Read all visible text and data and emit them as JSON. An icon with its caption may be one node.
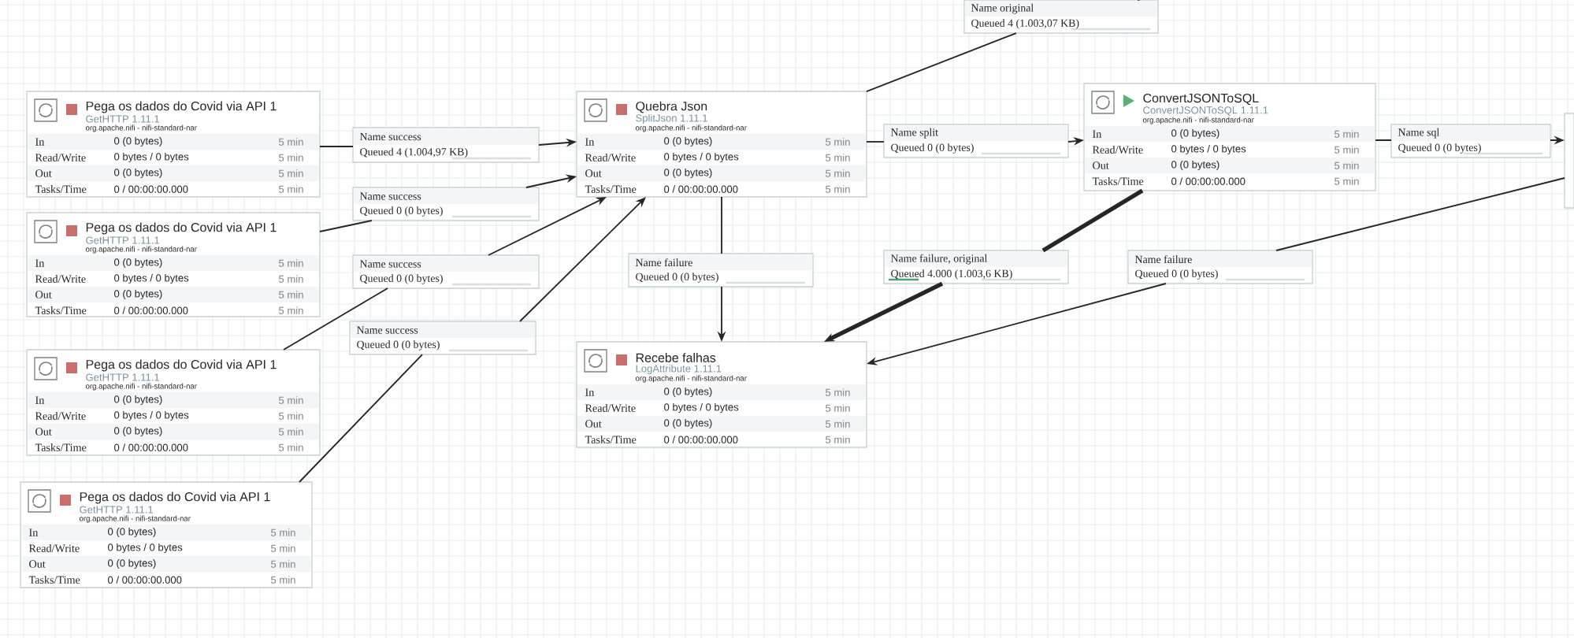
{
  "diagram": {
    "nodes": [
      {
        "text": [
          "Pega os dados do Covid via API 1",
          "GetHTTP 1.11.1",
          "org.apache.nifi - nifi-standard-nar",
          "In",
          "0 (0 bytes)",
          "5 min",
          "Read/Write",
          "0 bytes / 0 bytes",
          "5 min",
          "Out",
          "0 (0 bytes)",
          "5 min",
          "Tasks/Time",
          "0 / 00:00:00.000",
          "5 min"
        ]
      },
      {
        "text": [
          "Pega os dados do Covid via API 1",
          "GetHTTP 1.11.1",
          "org.apache.nifi - nifi-standard-nar",
          "In",
          "0 (0 bytes)",
          "5 min",
          "Read/Write",
          "0 bytes / 0 bytes",
          "5 min",
          "Out",
          "0 (0 bytes)",
          "5 min",
          "Tasks/Time",
          "0 / 00:00:00.000",
          "5 min"
        ]
      },
      {
        "text": [
          "Pega os dados do Covid via API 1",
          "GetHTTP 1.11.1",
          "org.apache.nifi - nifi-standard-nar",
          "In",
          "0 (0 bytes)",
          "5 min",
          "Read/Write",
          "0 bytes / 0 bytes",
          "5 min",
          "Out",
          "0 (0 bytes)",
          "5 min",
          "Tasks/Time",
          "0 / 00:00:00.000",
          "5 min"
        ]
      },
      {
        "text": [
          "Pega os dados do Covid via API 1",
          "GetHTTP 1.11.1",
          "org.apache.nifi - nifi-standard-nar",
          "In",
          "0 (0 bytes)",
          "5 min",
          "Read/Write",
          "0 bytes / 0 bytes",
          "5 min",
          "Out",
          "0 (0 bytes)",
          "5 min",
          "Tasks/Time",
          "0 / 00:00:00.000",
          "5 min"
        ]
      },
      {
        "text": [
          "Quebra Json",
          "SplitJson 1.11.1",
          "org.apache.nifi - nifi-standard-nar",
          "In",
          "0 (0 bytes)",
          "5 min",
          "Read/Write",
          "0 bytes / 0 bytes",
          "5 min",
          "Out",
          "0 (0 bytes)",
          "5 min",
          "Tasks/Time",
          "0 / 00:00:00.000",
          "5 min"
        ]
      },
      {
        "text": [
          "ConvertJSONToSQL",
          "ConvertJSONToSQL 1.11.1",
          "org.apache.nifi - nifi-standard-nar",
          "In",
          "0 (0 bytes)",
          "5 min",
          "Read/Write",
          "0 bytes / 0 bytes",
          "5 min",
          "Out",
          "0 (0 bytes)",
          "5 min",
          "Tasks/Time",
          "0 / 00:00:00.000",
          "5 min"
        ]
      },
      {
        "text": [
          "Recebe falhas",
          "LogAttribute 1.11.1",
          "org.apache.nifi - nifi-standard-nar",
          "In",
          "0 (0 bytes)",
          "5 min",
          "Read/Write",
          "0 bytes / 0 bytes",
          "5 min",
          "Out",
          "0 (0 bytes)",
          "5 min",
          "Tasks/Time",
          "0 / 00:00:00.000",
          "5 min"
        ]
      },
      {
        "text": [],
        "shape": "box"
      },
      {
        "text": [
          "Name success",
          "Queued 4 (1.004,97 KB)"
        ]
      },
      {
        "text": [
          "Name success",
          "Queued 0 (0 bytes)"
        ]
      },
      {
        "text": [
          "Name success",
          "Queued 0 (0 bytes)"
        ]
      },
      {
        "text": [
          "Name success",
          "Queued 0 (0 bytes)"
        ]
      },
      {
        "text": [
          "Name original",
          "Queued 4 (1.003,07 KB)"
        ]
      },
      {
        "text": [
          "Name split",
          "Queued 0 (0 bytes)"
        ]
      },
      {
        "text": [
          "Name failure",
          "Queued 0 (0 bytes)"
        ]
      },
      {
        "text": [
          "Name failure, original",
          "Queued 4.000 (1.003,6 KB)"
        ]
      },
      {
        "text": [
          "Name sql",
          "Queued 0 (0 bytes)"
        ]
      },
      {
        "text": [
          "Name failure",
          "Queued 0 (0 bytes)"
        ]
      }
    ],
    "edges": [
      {
        "from": 0,
        "to": 8,
        "arrow": "none"
      },
      {
        "from": 8,
        "to": 4,
        "arrow": "to"
      },
      {
        "from": 1,
        "to": 9,
        "arrow": "none"
      },
      {
        "from": 9,
        "to": 4,
        "arrow": "to"
      },
      {
        "from": 2,
        "to": 10,
        "arrow": "none"
      },
      {
        "from": 10,
        "to": 4,
        "arrow": "to"
      },
      {
        "from": 3,
        "to": 11,
        "arrow": "none"
      },
      {
        "from": 11,
        "to": 4,
        "arrow": "to"
      },
      {
        "from": 4,
        "to": 12,
        "arrow": "none"
      },
      {
        "from": 12,
        "to": null,
        "arrow": "none"
      },
      {
        "from": 4,
        "to": 13,
        "arrow": "none"
      },
      {
        "from": 13,
        "to": 5,
        "arrow": "to"
      },
      {
        "from": 4,
        "to": 14,
        "arrow": "none"
      },
      {
        "from": 14,
        "to": 6,
        "arrow": "to"
      },
      {
        "from": 5,
        "to": 15,
        "arrow": "none",
        "style": "thick"
      },
      {
        "from": 15,
        "to": 6,
        "arrow": "to",
        "style": "thick"
      },
      {
        "from": 5,
        "to": 16,
        "arrow": "none"
      },
      {
        "from": 16,
        "to": 7,
        "arrow": "to"
      },
      {
        "from": 7,
        "to": 17,
        "arrow": "none"
      },
      {
        "from": 17,
        "to": 6,
        "arrow": "to"
      }
    ]
  }
}
